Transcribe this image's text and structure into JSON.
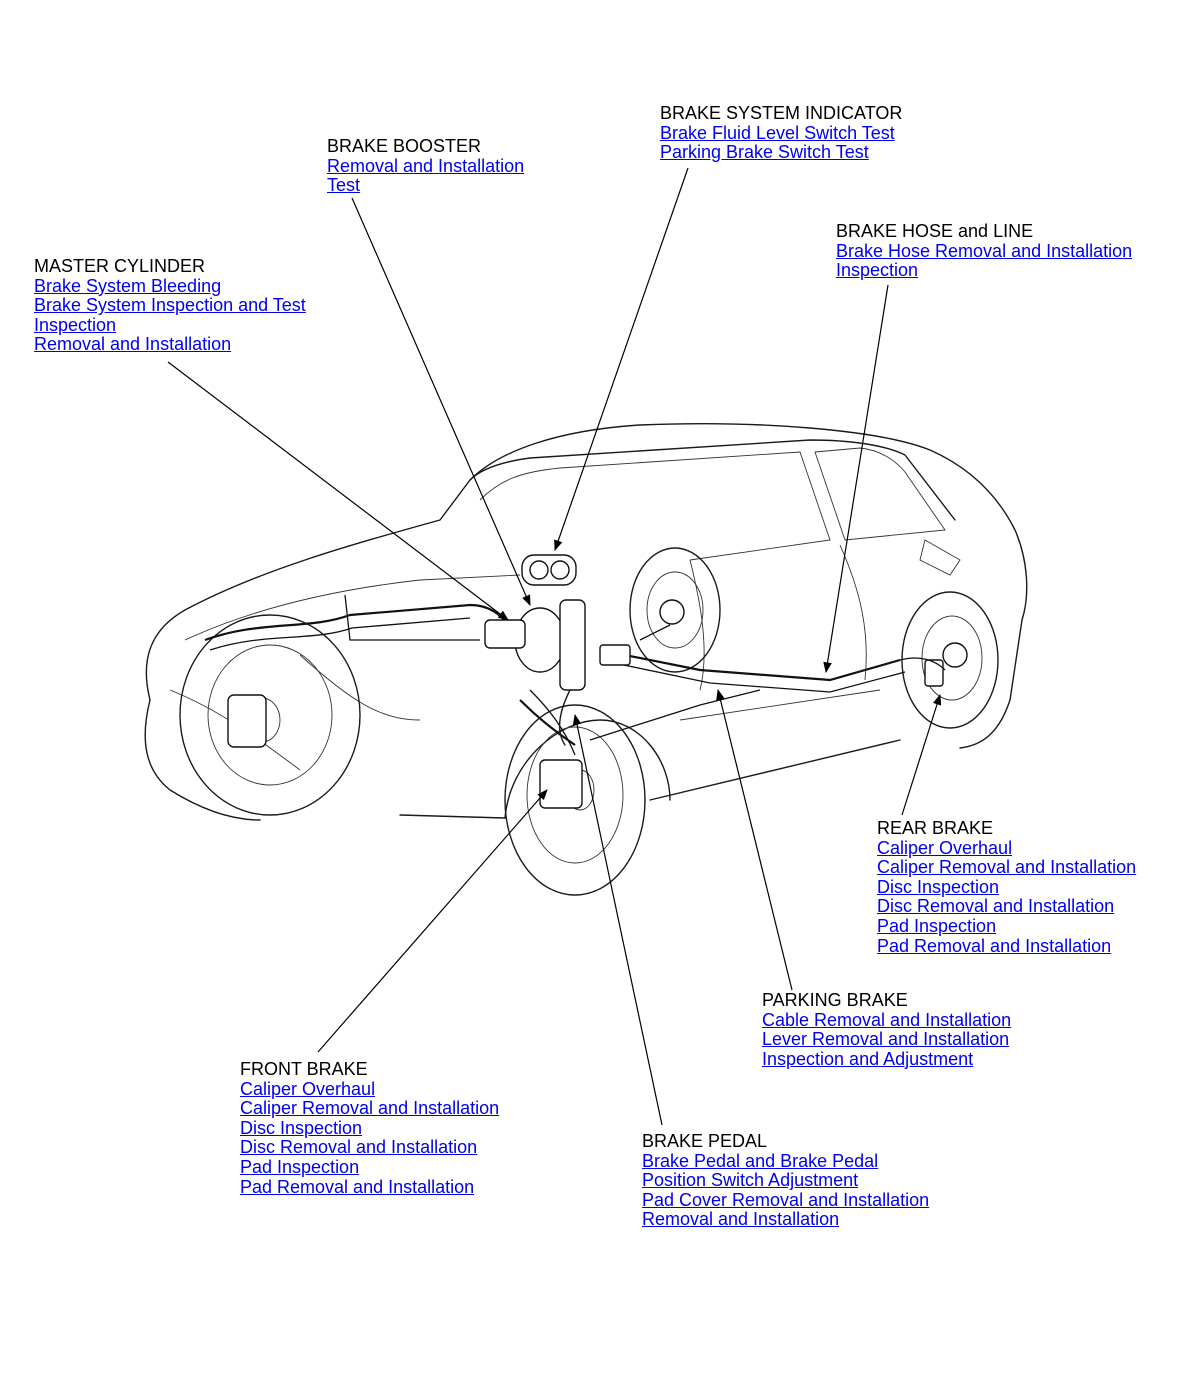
{
  "callouts": {
    "brake_system_indicator": {
      "title": "BRAKE SYSTEM INDICATOR",
      "links": [
        "Brake Fluid Level Switch Test",
        "Parking Brake Switch Test"
      ]
    },
    "brake_booster": {
      "title": "BRAKE BOOSTER",
      "links": [
        "Removal and Installation",
        "Test"
      ]
    },
    "brake_hose_line": {
      "title": "BRAKE HOSE and LINE",
      "links": [
        "Brake Hose Removal and Installation",
        "Inspection"
      ]
    },
    "master_cylinder": {
      "title": "MASTER CYLINDER",
      "links": [
        "Brake System Bleeding",
        "Brake System Inspection and Test",
        "Inspection",
        "Removal and Installation"
      ]
    },
    "rear_brake": {
      "title": "REAR BRAKE",
      "links": [
        "Caliper Overhaul",
        "Caliper Removal and Installation",
        "Disc Inspection",
        "Disc Removal and Installation",
        "Pad Inspection",
        "Pad Removal and Installation"
      ]
    },
    "parking_brake": {
      "title": "PARKING BRAKE",
      "links": [
        "Cable Removal and Installation",
        "Lever Removal and Installation",
        "Inspection and Adjustment"
      ]
    },
    "front_brake": {
      "title": "FRONT BRAKE",
      "links": [
        "Caliper Overhaul",
        "Caliper Removal and Installation",
        "Disc Inspection",
        "Disc Removal and Installation",
        "Pad Inspection",
        "Pad Removal and Installation"
      ]
    },
    "brake_pedal": {
      "title": "BRAKE PEDAL",
      "links": [
        "Brake Pedal and Brake Pedal ",
        "Position Switch Adjustment",
        "Pad Cover Removal and Installation",
        "Removal and Installation"
      ]
    }
  },
  "colors": {
    "link": "#0000ee",
    "text": "#000000",
    "line": "#000000"
  }
}
